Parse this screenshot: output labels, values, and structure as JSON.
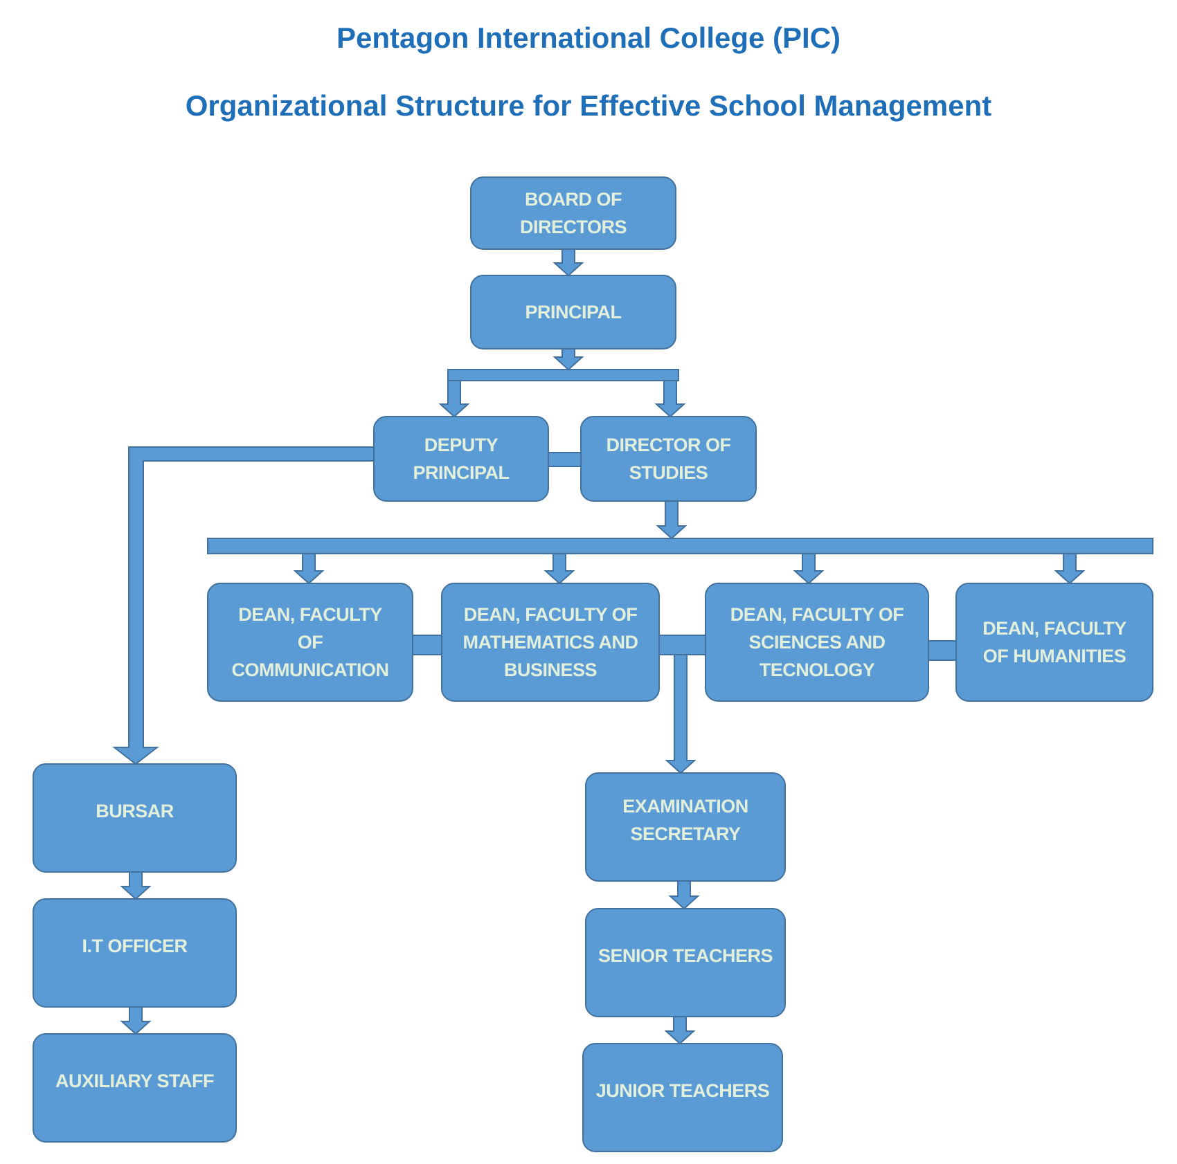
{
  "header": {
    "title": "Pentagon International College (PIC)",
    "subtitle": "Organizational Structure for Effective School Management"
  },
  "colors": {
    "title": "#1f6fb8",
    "box_fill": "#5b9bd5",
    "box_border": "#41719c",
    "box_text": "#e2efda"
  },
  "nodes": {
    "board": {
      "lines": [
        "BOARD OF",
        "DIRECTORS"
      ]
    },
    "principal": {
      "lines": [
        "PRINCIPAL"
      ]
    },
    "deputy": {
      "lines": [
        "DEPUTY",
        "PRINCIPAL"
      ]
    },
    "director": {
      "lines": [
        "DIRECTOR OF",
        "STUDIES"
      ]
    },
    "dean_comm": {
      "lines": [
        "DEAN, FACULTY",
        "OF",
        "COMMUNICATION"
      ]
    },
    "dean_math": {
      "lines": [
        "DEAN, FACULTY OF",
        "MATHEMATICS AND",
        "BUSINESS"
      ]
    },
    "dean_sci": {
      "lines": [
        "DEAN, FACULTY OF",
        "SCIENCES AND",
        "TECNOLOGY"
      ]
    },
    "dean_hum": {
      "lines": [
        "DEAN, FACULTY",
        "OF HUMANITIES"
      ]
    },
    "bursar": {
      "lines": [
        "BURSAR"
      ]
    },
    "it": {
      "lines": [
        "I.T OFFICER"
      ]
    },
    "aux": {
      "lines": [
        "AUXILIARY STAFF"
      ]
    },
    "exam": {
      "lines": [
        "EXAMINATION",
        "SECRETARY"
      ]
    },
    "senior": {
      "lines": [
        "SENIOR TEACHERS"
      ]
    },
    "junior": {
      "lines": [
        "JUNIOR TEACHERS"
      ]
    }
  }
}
